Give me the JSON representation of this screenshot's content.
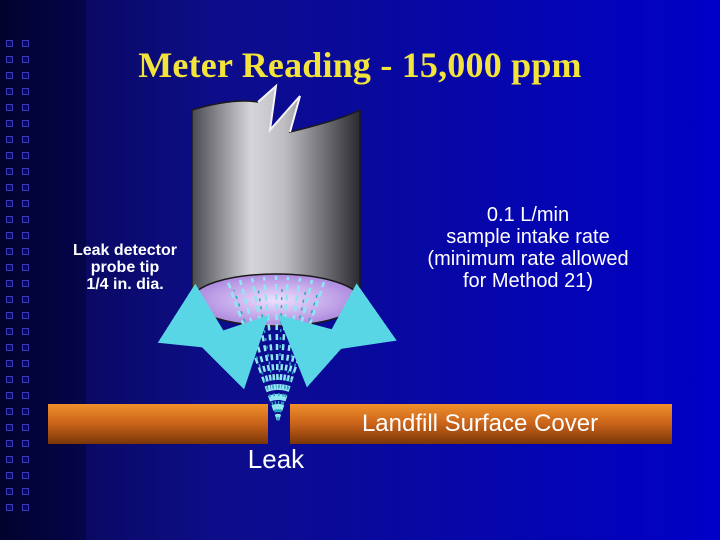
{
  "slide": {
    "title": "Meter Reading - 15,000 ppm",
    "probe_label": [
      "Leak detector",
      "probe tip",
      "1/4 in. dia."
    ],
    "rate_label": [
      "0.1 L/min",
      "sample intake rate",
      "(minimum rate allowed",
      "for Method 21)"
    ],
    "surface_label": "Landfill Surface Cover",
    "leak_label": "Leak"
  },
  "colors": {
    "background": "#0000c8",
    "title": "#f2e43a",
    "text": "#ffffff",
    "surface": "#c8621a",
    "probe_opening": "#c9a6f0",
    "arrows": "#59d6e6"
  },
  "icons": {
    "inflow_arrow": "arrow-icon",
    "gas_flow_line": "dashed-flow-line"
  }
}
